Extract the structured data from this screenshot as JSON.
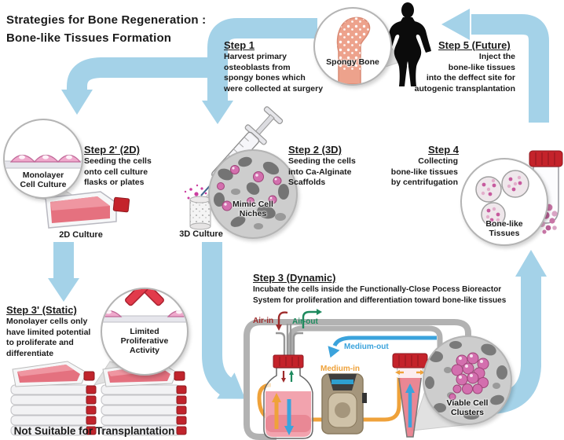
{
  "title": {
    "line1": "Strategies for Bone Regeneration :",
    "line2": "Bone-like Tissues Formation"
  },
  "step1": {
    "heading": "Step 1",
    "lines": [
      "Harvest primary",
      "osteoblasts from",
      "spongy bones which",
      "were collected at surgery"
    ],
    "circle_label": "Spongy Bone"
  },
  "step2_2d": {
    "heading": "Step 2' (2D)",
    "lines": [
      "Seeding the cells",
      "onto cell culture",
      "flasks or plates"
    ],
    "circle_label": "Monolayer Cell Culture",
    "caption": "2D Culture"
  },
  "step2_3d": {
    "heading": "Step 2 (3D)",
    "lines": [
      "Seeding the cells",
      "into Ca-Alginate",
      "Scaffolds"
    ],
    "circle_label": "Mimic Cell Niches",
    "caption": "3D Culture"
  },
  "step3_static": {
    "heading": "Step 3' (Static)",
    "lines": [
      "Monolayer cells only",
      "have limited potential",
      "to proliferate and",
      "differentiate"
    ],
    "circle_label": "Limited Proliferative Activity",
    "footer": "Not Suitable for Transplantation"
  },
  "step3_dynamic": {
    "heading": "Step 3 (Dynamic)",
    "lines": [
      "Incubate the cells inside the Functionally-Close Pocess Bioreactor",
      "System for proliferation and differentiation toward bone-like tissues"
    ],
    "air_in": "Air-in",
    "air_out": "Air-out",
    "medium_out": "Medium-out",
    "medium_in": "Medium-in",
    "circle_label": "Viable Cell Clusters"
  },
  "step4": {
    "heading": "Step 4",
    "lines": [
      "Collecting",
      "bone-like tissues",
      "by centrifugation"
    ],
    "circle_label": "Bone-like Tissues"
  },
  "step5": {
    "heading": "Step 5 (Future)",
    "lines": [
      "Inject the",
      "bone-like tissues",
      "into the deffect site for",
      "autogenic transplantation"
    ]
  },
  "colors": {
    "arrow": "#A4D2E8",
    "air_in": "#9E2B2B",
    "air_out": "#1E8A5E",
    "medium_out": "#3BA3DC",
    "medium_in": "#EFA23A",
    "cap_red": "#C4232B"
  }
}
